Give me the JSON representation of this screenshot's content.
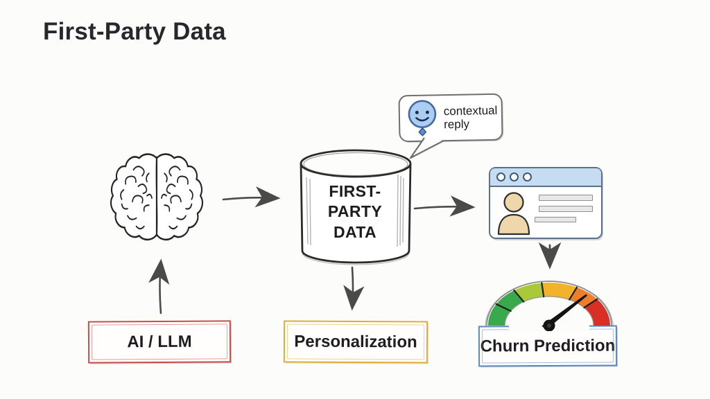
{
  "title": "First-Party Data",
  "diagram": {
    "brain": {
      "icon": "brain-icon"
    },
    "datastore": {
      "icon": "database-cylinder-icon",
      "lines": [
        "FIRST-",
        "PARTY",
        "DATA"
      ]
    },
    "speech_bubble": {
      "icon": "chat-smiley-icon",
      "lines": [
        "contextual",
        "reply"
      ]
    },
    "profile_card": {
      "icon": "user-profile-card-icon",
      "window_button_count": 3,
      "text_placeholder_line_count": 3
    },
    "gauge": {
      "icon": "gauge-meter-icon",
      "segment_colors": [
        "#3aa94c",
        "#a9c93a",
        "#f2b32b",
        "#ed7e2b",
        "#d93025"
      ],
      "needle_angle_deg": 50
    },
    "boxes": {
      "ai_llm": {
        "label": "AI / LLM",
        "border_color": "#c44f4a"
      },
      "personalization": {
        "label": "Personalization",
        "border_color": "#ddad3a"
      },
      "churn_prediction": {
        "label": "Churn Prediction",
        "border_color": "#5d87b8"
      }
    }
  },
  "colors": {
    "background": "#fcfcfa",
    "ink": "#262626",
    "arrow": "#4a4a4a",
    "card_header_blue": "#c6ddf1",
    "avatar_skin": "#eed7ab",
    "smiley_face": "#abcdf2"
  }
}
